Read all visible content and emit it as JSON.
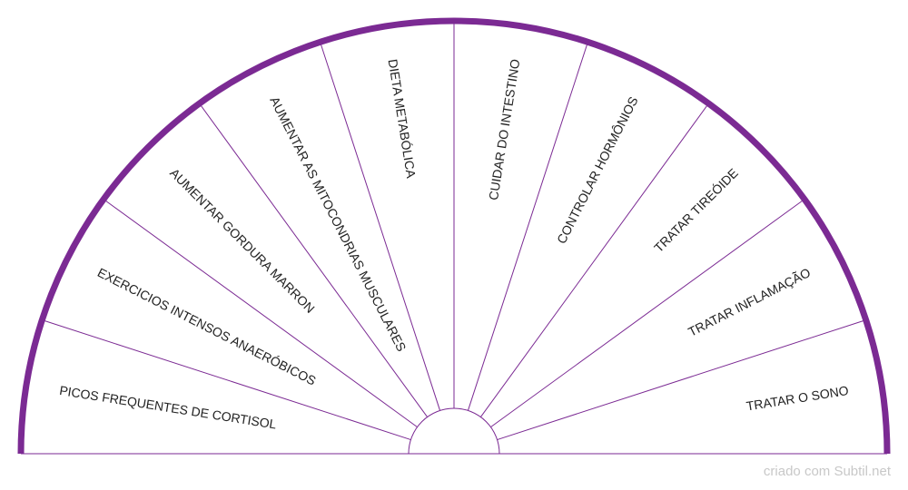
{
  "chart_data": {
    "type": "pie",
    "variant": "half-donut radial chart",
    "accent_color": "#7b2a93",
    "divider_color": "#7b2a93",
    "categories": [
      "PICOS FREQUENTES DE CORTISOL",
      "EXERCICIOS INTENSOS ANAERÓBICOS",
      "AUMENTAR GORDURA MARRON",
      "AUMENTAR AS MITOCONDRIAS MUSCULARES",
      "DIETA METABÓLICA",
      "CUIDAR DO INTESTINO",
      "CONTROLAR HORMÔNIOS",
      "TRATAR TIREÓIDE",
      "TRATAR INFLAMAÇÃO",
      "TRATAR O SONO"
    ],
    "values": [
      1,
      1,
      1,
      1,
      1,
      1,
      1,
      1,
      1,
      1
    ]
  },
  "footer": {
    "credit": "criado com Subtil.net"
  }
}
